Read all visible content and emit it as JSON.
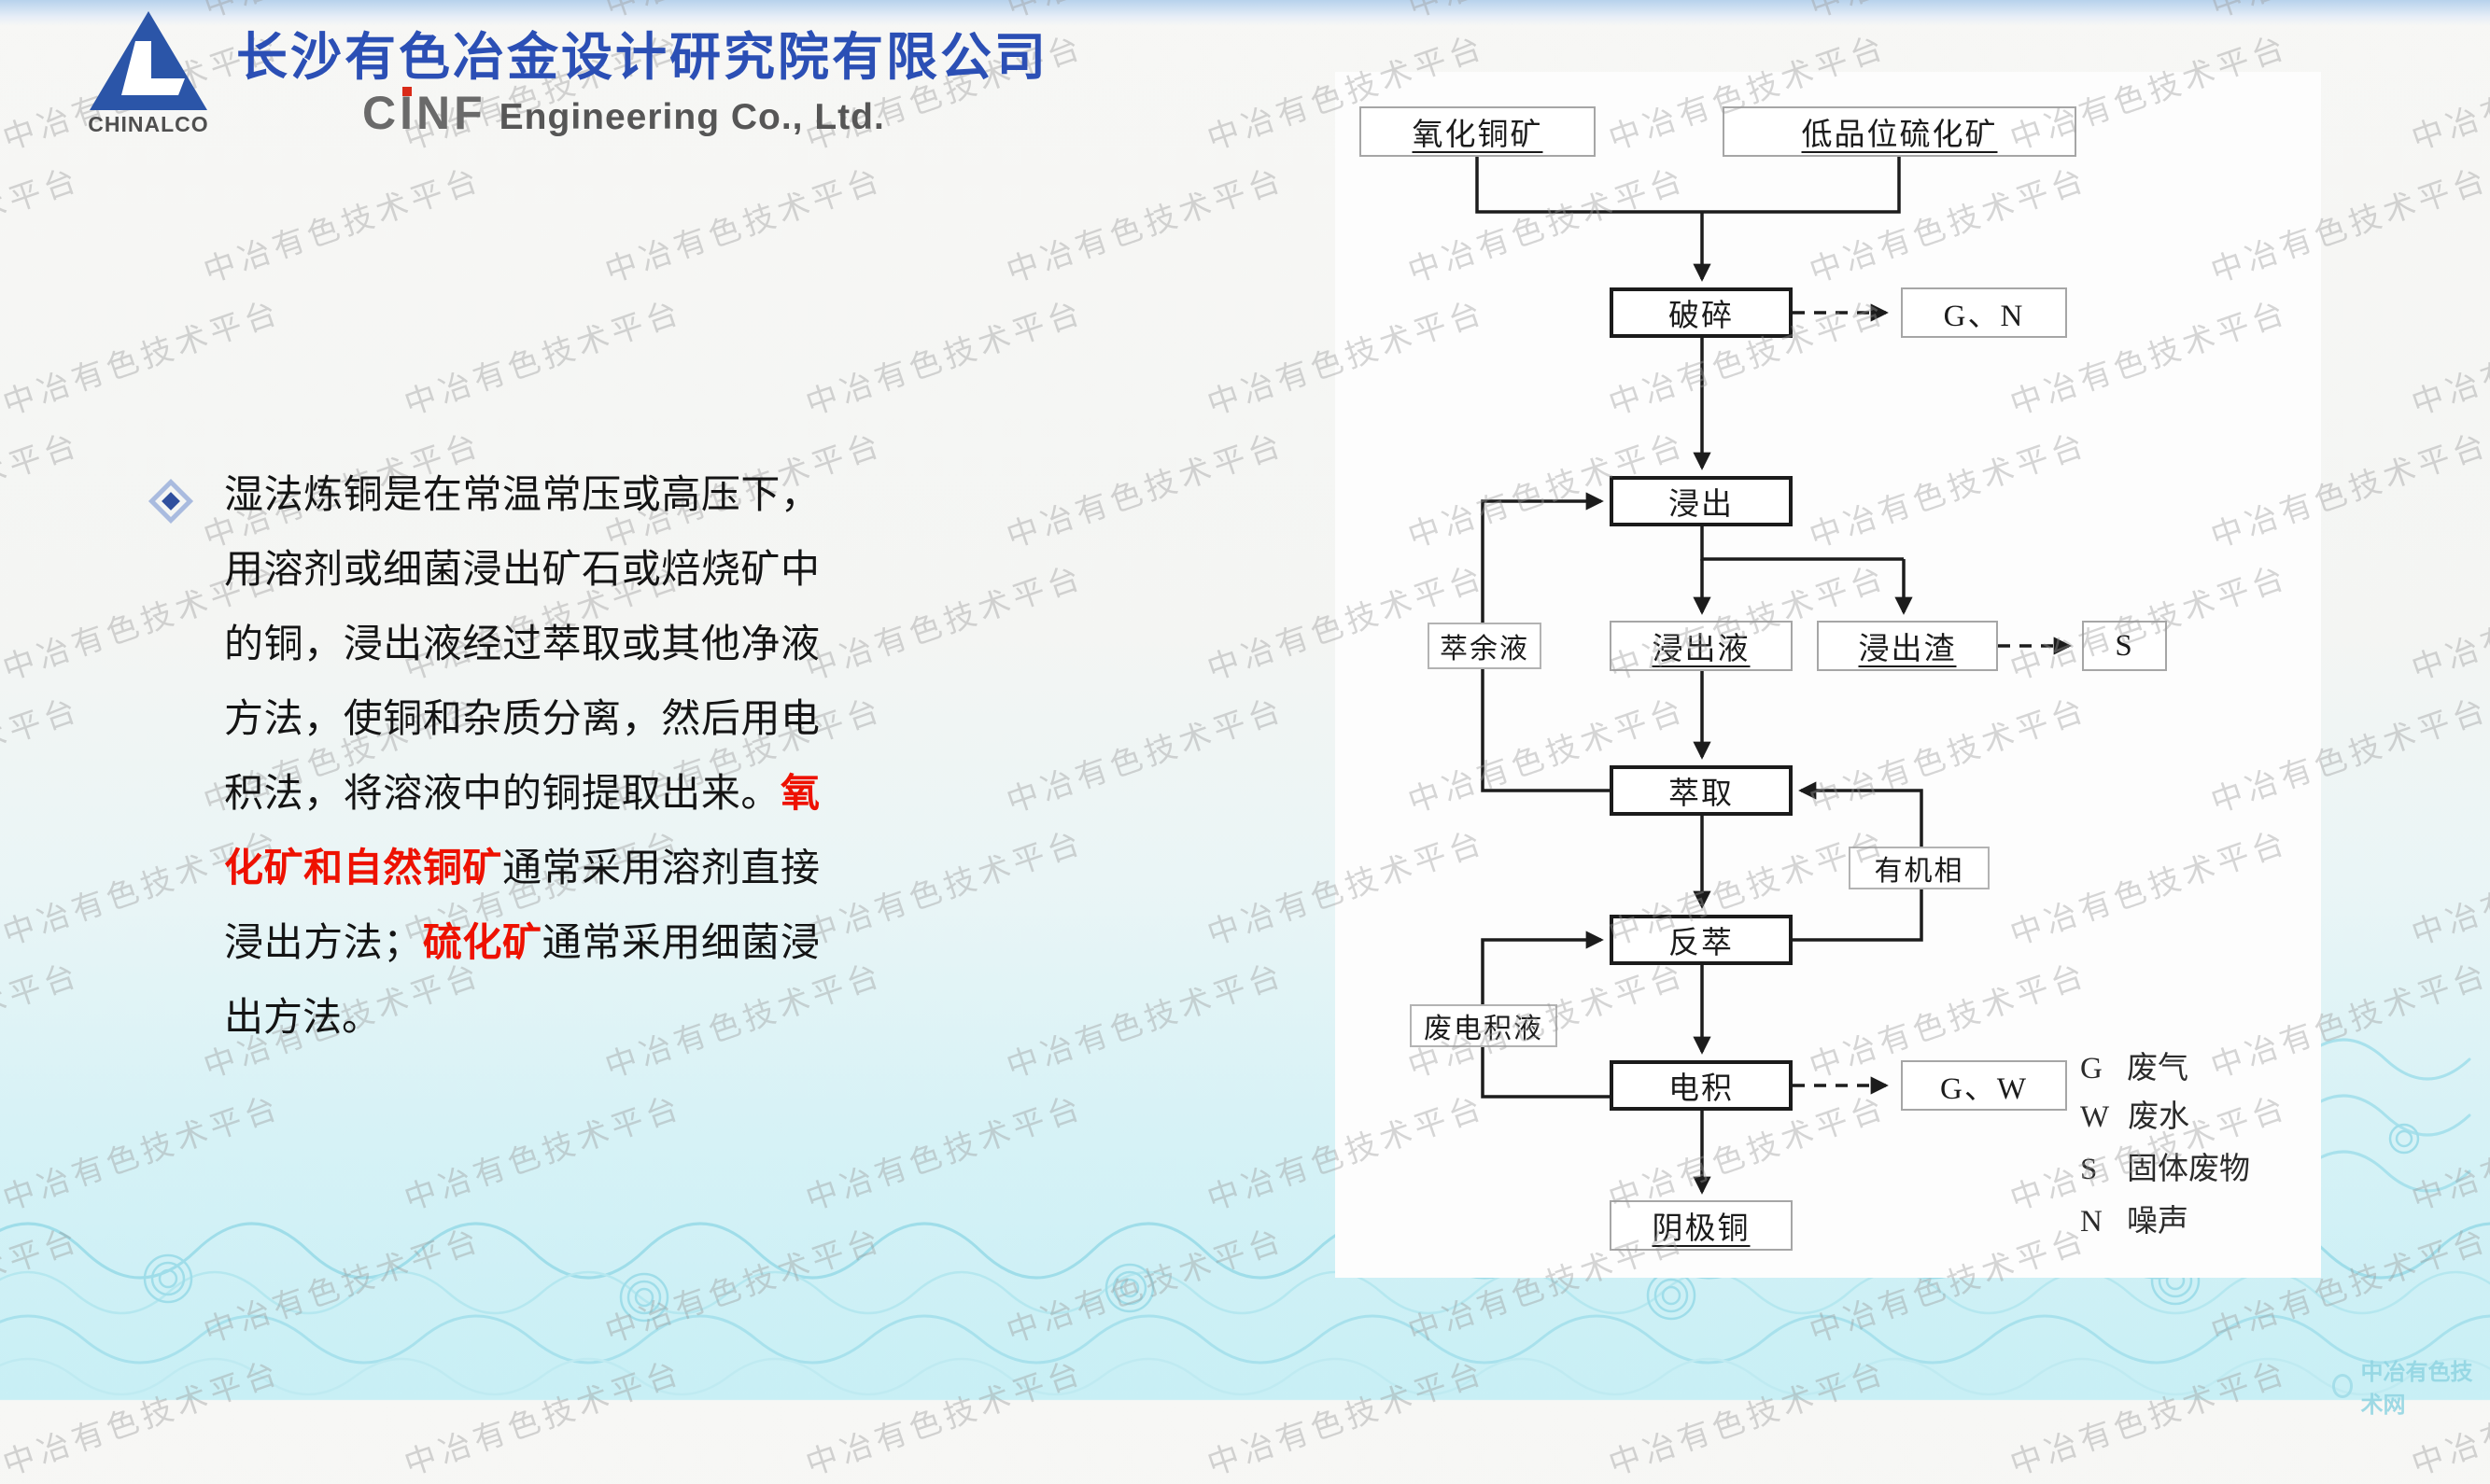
{
  "header": {
    "company_cn": "长沙有色冶金设计研究院有限公司",
    "brand": "CINF",
    "brand_rest": "Engineering  Co., Ltd.",
    "logo_caption": "CHINALCO"
  },
  "watermark": {
    "tile_text": "中冶有色技术平台",
    "corner_text": "中冶有色技术网"
  },
  "paragraph": {
    "segments": [
      {
        "style": "normal",
        "text": "湿法炼铜是在常温常压或高压下，用溶剂或细菌浸出矿石或焙烧矿中的铜，浸出液经过萃取或其他净液方法，使铜和杂质分离，然后用电积法，将溶液中的铜提取出来。"
      },
      {
        "style": "red",
        "text": "氧化矿和自然铜矿"
      },
      {
        "style": "normal",
        "text": "通常采用溶剂直接浸出方法；"
      },
      {
        "style": "red",
        "text": "硫化矿"
      },
      {
        "style": "normal",
        "text": "通常采用细菌浸出方法。"
      }
    ]
  },
  "flowchart": {
    "nodes": [
      {
        "id": "oxide",
        "label": "氧化铜矿",
        "shape": "io",
        "underline": true
      },
      {
        "id": "sulfide",
        "label": "低品位硫化矿",
        "shape": "io",
        "underline": true
      },
      {
        "id": "crush",
        "label": "破碎",
        "shape": "process",
        "underline": false
      },
      {
        "id": "gn",
        "label": "G、N",
        "shape": "io",
        "underline": false
      },
      {
        "id": "leach",
        "label": "浸出",
        "shape": "process",
        "underline": false
      },
      {
        "id": "leachate",
        "label": "浸出液",
        "shape": "io",
        "underline": true
      },
      {
        "id": "residue",
        "label": "浸出渣",
        "shape": "io",
        "underline": true
      },
      {
        "id": "s",
        "label": "S",
        "shape": "io",
        "underline": false
      },
      {
        "id": "raffinate",
        "label": "萃余液",
        "shape": "stream",
        "underline": false
      },
      {
        "id": "extract",
        "label": "萃取",
        "shape": "process",
        "underline": false
      },
      {
        "id": "organic",
        "label": "有机相",
        "shape": "stream",
        "underline": false
      },
      {
        "id": "strip",
        "label": "反萃",
        "shape": "process",
        "underline": false
      },
      {
        "id": "spent",
        "label": "废电积液",
        "shape": "stream",
        "underline": false
      },
      {
        "id": "ew",
        "label": "电积",
        "shape": "process",
        "underline": false
      },
      {
        "id": "gw",
        "label": "G、W",
        "shape": "io",
        "underline": false
      },
      {
        "id": "cathode",
        "label": "阴极铜",
        "shape": "io",
        "underline": true
      }
    ],
    "flows": [
      {
        "from": "oxide",
        "to": "crush",
        "style": "solid"
      },
      {
        "from": "sulfide",
        "to": "crush",
        "style": "solid"
      },
      {
        "from": "crush",
        "to": "gn",
        "style": "dashed"
      },
      {
        "from": "crush",
        "to": "leach",
        "style": "solid"
      },
      {
        "from": "leach",
        "to": "leachate",
        "style": "solid"
      },
      {
        "from": "leach",
        "to": "residue",
        "style": "solid"
      },
      {
        "from": "residue",
        "to": "s",
        "style": "dashed"
      },
      {
        "from": "leachate",
        "to": "extract",
        "style": "solid"
      },
      {
        "from": "extract",
        "to": "leach",
        "style": "solid",
        "via": "raffinate"
      },
      {
        "from": "extract",
        "to": "strip",
        "style": "solid"
      },
      {
        "from": "strip",
        "to": "extract",
        "style": "solid",
        "via": "organic"
      },
      {
        "from": "strip",
        "to": "ew",
        "style": "solid"
      },
      {
        "from": "ew",
        "to": "strip",
        "style": "solid",
        "via": "spent"
      },
      {
        "from": "ew",
        "to": "gw",
        "style": "dashed"
      },
      {
        "from": "ew",
        "to": "cathode",
        "style": "solid"
      }
    ],
    "legend": [
      {
        "code": "G",
        "label": "废气"
      },
      {
        "code": "W",
        "label": "废水"
      },
      {
        "code": "S",
        "label": "固体废物"
      },
      {
        "code": "N",
        "label": "噪声"
      }
    ]
  },
  "colors": {
    "accent_blue": "#2b4fb5",
    "highlight_red": "#ee1100",
    "watermark_gray": "#9b9b9b",
    "wave_cyan": "#9fdde9"
  }
}
